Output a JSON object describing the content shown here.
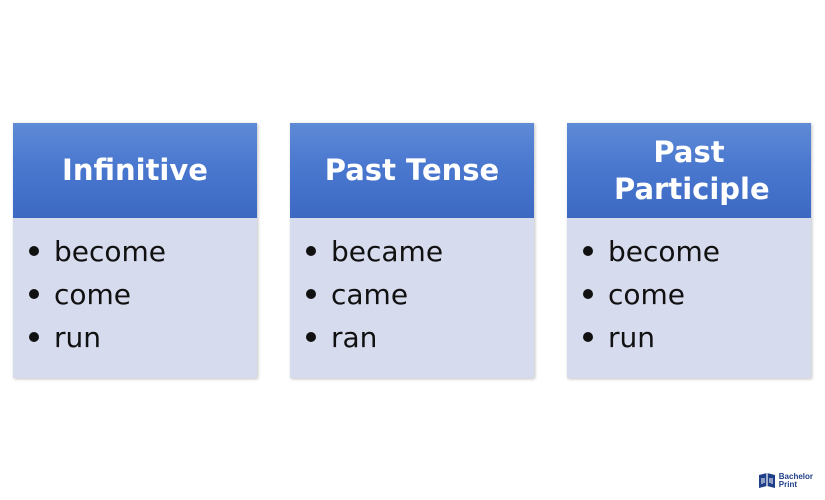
{
  "columns": [
    {
      "title": "Infinitive",
      "items": [
        "become",
        "come",
        "run"
      ]
    },
    {
      "title": "Past Tense",
      "items": [
        "became",
        "came",
        "ran"
      ]
    },
    {
      "title": "Past Participle",
      "items": [
        "become",
        "come",
        "run"
      ]
    }
  ],
  "brand": {
    "line1": "Bachelor",
    "line2": "Print",
    "icon": "book-logo-icon"
  },
  "colors": {
    "header": "#4a78cf",
    "body": "#d7dbee",
    "brand": "#1f3f88"
  }
}
